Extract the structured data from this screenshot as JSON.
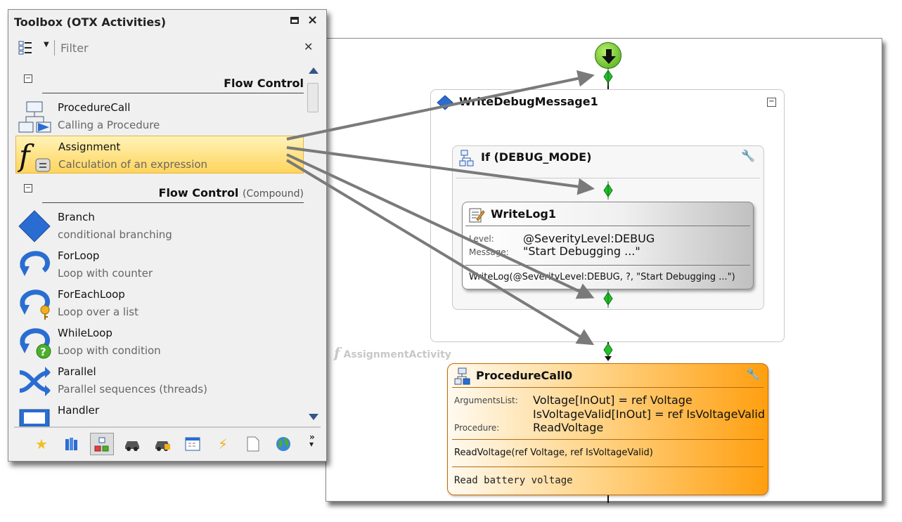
{
  "toolbox": {
    "title": "Toolbox (OTX Activities)",
    "filter_placeholder": "Filter",
    "groups": [
      {
        "title": "Flow Control",
        "subtitle": "",
        "toggle": "−"
      },
      {
        "title": "Flow Control",
        "subtitle": "(Compound)",
        "toggle": "−"
      }
    ],
    "items": [
      {
        "name": "ProcedureCall",
        "desc": "Calling a Procedure",
        "icon": "procedure-call-icon"
      },
      {
        "name": "Assignment",
        "desc": "Calculation of an expression",
        "icon": "assignment-icon",
        "selected": true
      },
      {
        "name": "Branch",
        "desc": "conditional branching",
        "icon": "branch-icon"
      },
      {
        "name": "ForLoop",
        "desc": "Loop with counter",
        "icon": "for-loop-icon"
      },
      {
        "name": "ForEachLoop",
        "desc": "Loop over a list",
        "icon": "for-each-loop-icon"
      },
      {
        "name": "WhileLoop",
        "desc": "Loop with condition",
        "icon": "while-loop-icon"
      },
      {
        "name": "Parallel",
        "desc": "Parallel sequences (threads)",
        "icon": "parallel-icon"
      },
      {
        "name": "Handler",
        "desc": "",
        "icon": "handler-icon"
      }
    ],
    "categories": [
      "star-icon",
      "library-icon",
      "activities-icon",
      "car-icon",
      "car-lock-icon",
      "calendar-window-icon",
      "lightning-icon",
      "document-icon",
      "globe-icon"
    ]
  },
  "designer": {
    "sequence": {
      "title": "WriteDebugMessage1",
      "toggle": "−"
    },
    "if_node": {
      "title": "If (DEBUG_MODE)"
    },
    "writelog": {
      "title": "WriteLog1",
      "level_label": "Level:",
      "level_value": "@SeverityLevel:DEBUG",
      "message_label": "Message:",
      "message_value": "\"Start Debugging ...\"",
      "summary": "WriteLog(@SeverityLevel:DEBUG, ?, \"Start Debugging ...\")"
    },
    "drag_hint": "AssignmentActivity",
    "procedure_call": {
      "title": "ProcedureCall0",
      "args_label": "ArgumentsList:",
      "args_value_1": "Voltage[InOut] = ref Voltage",
      "args_value_2": "IsVoltageValid[InOut] = ref IsVoltageValid",
      "procedure_label": "Procedure:",
      "procedure_value": "ReadVoltage",
      "summary": "ReadVoltage(ref Voltage, ref IsVoltageValid)",
      "comment": "Read battery voltage"
    },
    "colors": {
      "drop_point": "#22c02a",
      "start_node": "#5cc02a",
      "procedure_fill": "#ff9f10",
      "arrow": "#7a7a7a"
    }
  }
}
